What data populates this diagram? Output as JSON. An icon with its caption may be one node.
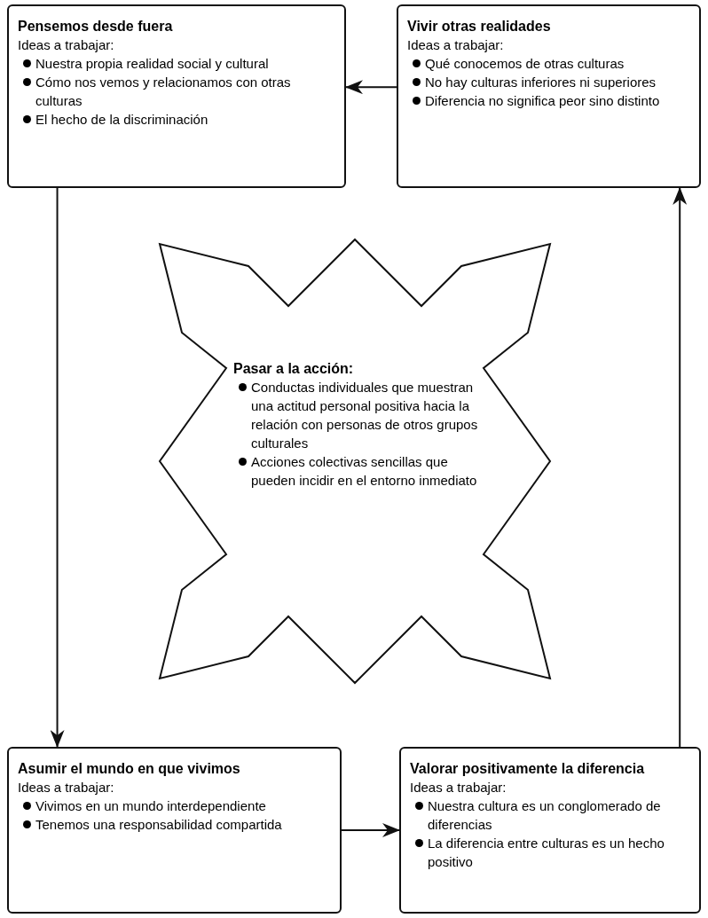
{
  "diagram": {
    "nodes": [
      {
        "text": [
          "Pensemos desde fuera",
          "Ideas a trabajar:",
          "Nuestra propia realidad social y cultural",
          "Cómo nos vemos y relacionamos con otras culturas",
          "El hecho de la discriminación"
        ]
      },
      {
        "text": [
          "Vivir otras realidades",
          "Ideas a trabajar:",
          "Qué conocemos de otras culturas",
          "No hay culturas inferiores ni superiores",
          "Diferencia no significa peor sino distinto"
        ]
      },
      {
        "text": [
          "Pasar a la acción:",
          "Conductas individuales que muestran una actitud personal positiva hacia la relación con personas de otros grupos culturales",
          "Acciones colectivas sencillas que pueden incidir en el entorno inmediato"
        ]
      },
      {
        "text": [
          "Asumir el mundo en que vivimos",
          "Ideas a trabajar:",
          "Vivimos en un mundo interdependiente",
          "Tenemos una responsabilidad compartida"
        ]
      },
      {
        "text": [
          "Valorar positivamente la diferencia",
          "Ideas a trabajar:",
          "Nuestra cultura es un conglomerado de diferencias",
          "La diferencia entre culturas es un hecho positivo"
        ]
      }
    ],
    "edges": [
      {
        "from": 1,
        "to": 0,
        "arrow": "to"
      },
      {
        "from": 0,
        "to": 3,
        "arrow": "to"
      },
      {
        "from": 3,
        "to": 4,
        "arrow": "to"
      },
      {
        "from": 4,
        "to": 1,
        "arrow": "to"
      }
    ]
  }
}
